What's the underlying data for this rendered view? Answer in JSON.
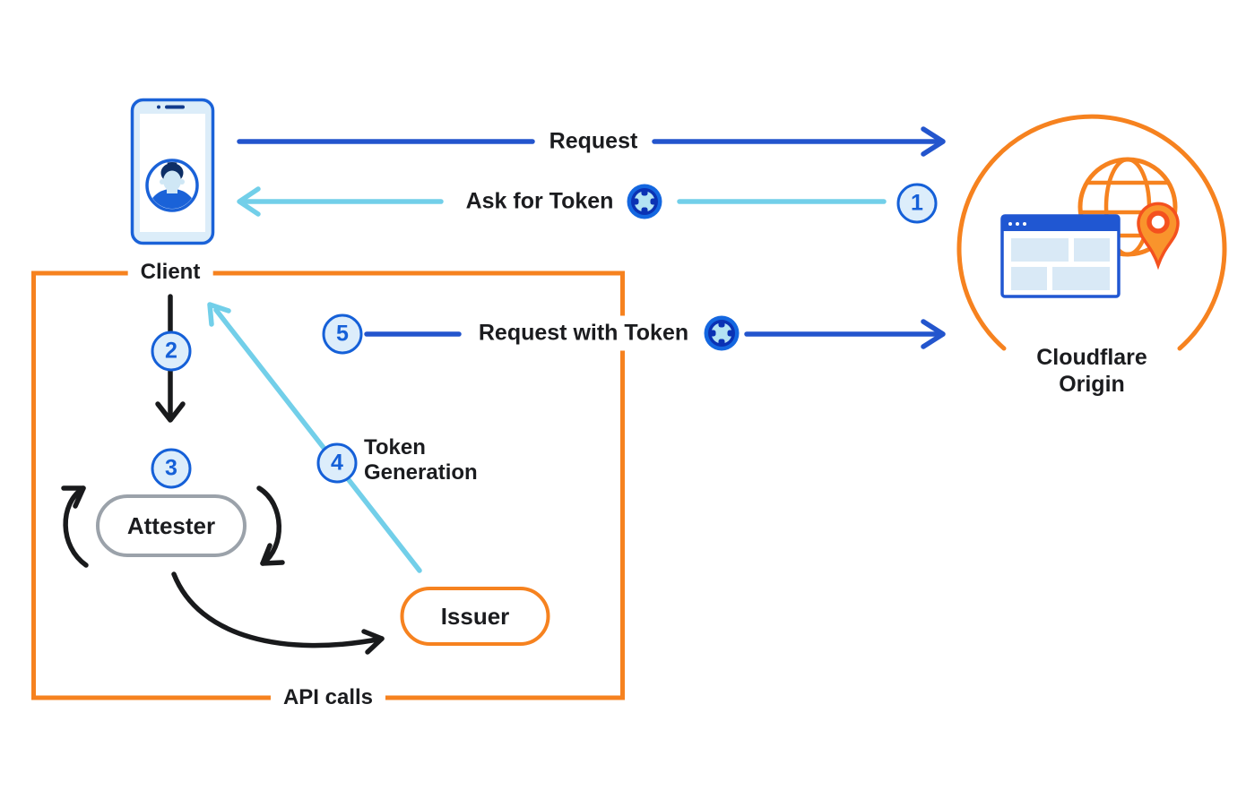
{
  "colors": {
    "orange": "#f6821f",
    "blue": "#2355cd",
    "light_blue": "#72cfe9",
    "badge_blue": "#1560d8",
    "attester_gray": "#9ba2aa",
    "text_black": "#1b1c1f"
  },
  "nodes": {
    "client": {
      "label": "Client"
    },
    "attester": {
      "label": "Attester"
    },
    "issuer": {
      "label": "Issuer"
    },
    "origin": {
      "label_line1": "Cloudflare",
      "label_line2": "Origin"
    }
  },
  "steps": {
    "s1": "1",
    "s2": "2",
    "s3": "3",
    "s4": "4",
    "s5": "5"
  },
  "flows": {
    "request": {
      "label": "Request"
    },
    "ask_for_token": {
      "label": "Ask for Token"
    },
    "token_generation": {
      "label_line1": "Token",
      "label_line2": "Generation"
    },
    "request_with_token": {
      "label": "Request with Token"
    },
    "api_calls": {
      "label": "API calls"
    }
  },
  "icons": {
    "client": "mobile-phone-with-user-avatar",
    "token": "privacy-pass-token-chip",
    "origin_globe": "globe",
    "origin_window": "browser-window",
    "origin_pin": "location-pin"
  }
}
